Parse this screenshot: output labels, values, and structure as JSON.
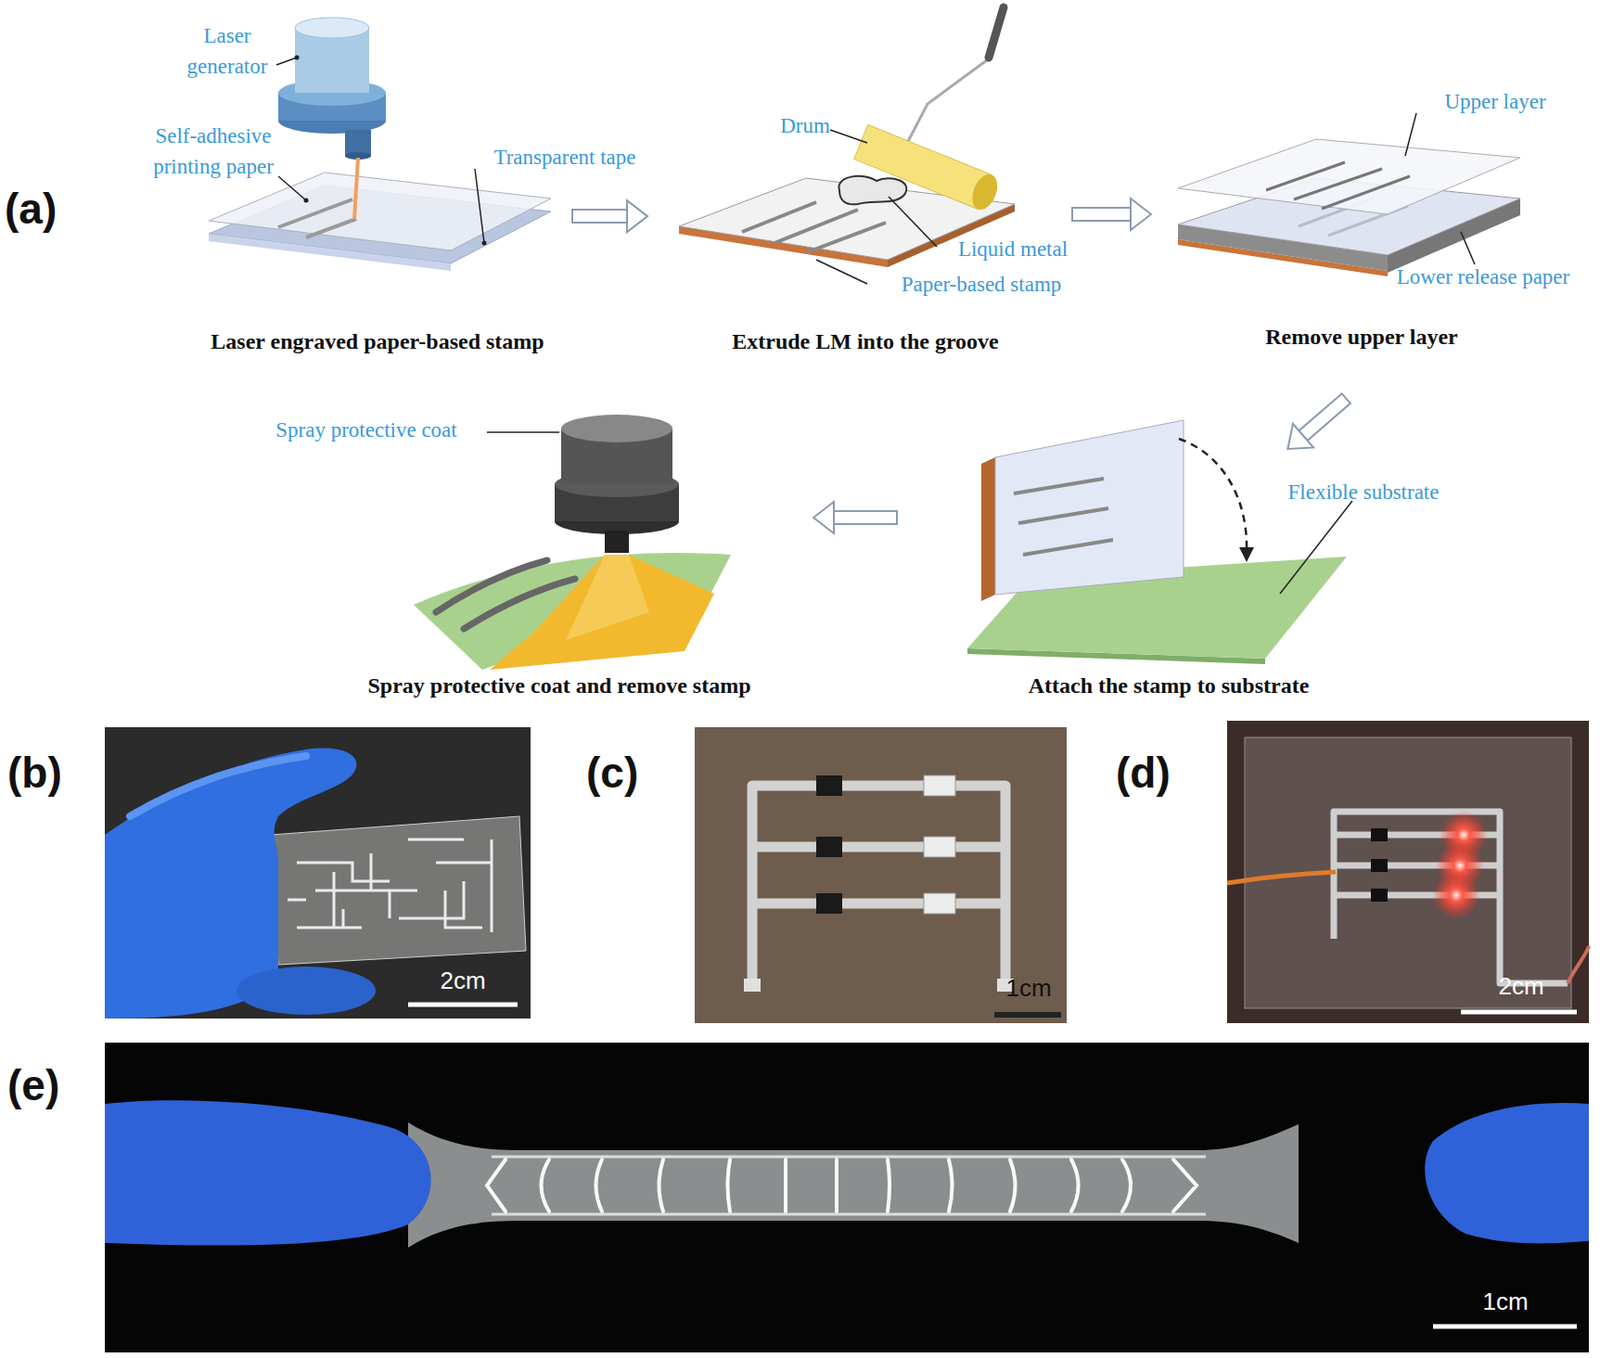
{
  "diagram": {
    "nodes": [
      {
        "text": [
          "Laser engraved paper-based stamp"
        ]
      },
      {
        "text": [
          "Extrude LM into the groove"
        ]
      },
      {
        "text": [
          "Remove upper layer"
        ]
      },
      {
        "text": [
          "Spray protective coat and remove stamp"
        ]
      },
      {
        "text": [
          "Attach the stamp to substrate"
        ]
      }
    ],
    "edges": [
      {
        "from": 0,
        "to": 1,
        "arrow": "to"
      },
      {
        "from": 1,
        "to": 2,
        "arrow": "to"
      },
      {
        "from": 2,
        "to": 4,
        "arrow": "to"
      },
      {
        "from": 4,
        "to": 3,
        "arrow": "to"
      }
    ],
    "labels": [
      "(a)",
      "Laser generator",
      "Self-adhesive printing paper",
      "Transparent tape",
      "Drum",
      "Liquid metal",
      "Paper-based stamp",
      "Upper layer",
      "Lower release paper",
      "Spray protective coat",
      "Flexible substrate",
      "(b)",
      "2cm",
      "(c)",
      "1cm",
      "(d)",
      "2cm",
      "(e)",
      "1cm"
    ]
  }
}
